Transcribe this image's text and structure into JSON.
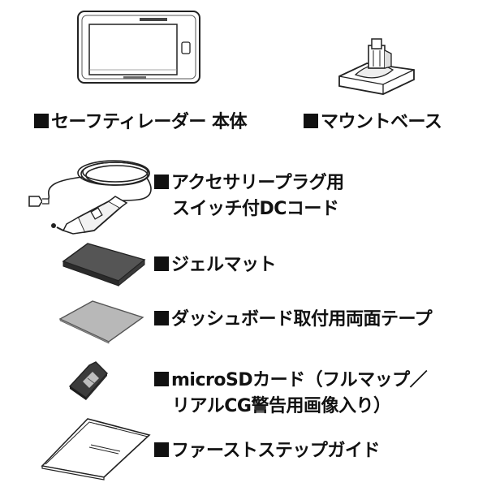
{
  "items": [
    {
      "label": "セーフティレーダー 本体"
    },
    {
      "label": "マウントベース"
    },
    {
      "label_line1": "アクセサリープラグ用",
      "label_line2": "スイッチ付DCコード"
    },
    {
      "label": "ジェルマット"
    },
    {
      "label": "ダッシュボード取付用両面テープ"
    },
    {
      "label_line1": "microSDカード（フルマップ／",
      "label_line2": "リアルCG警告用画像入り）"
    },
    {
      "label": "ファーストステップガイド"
    }
  ]
}
